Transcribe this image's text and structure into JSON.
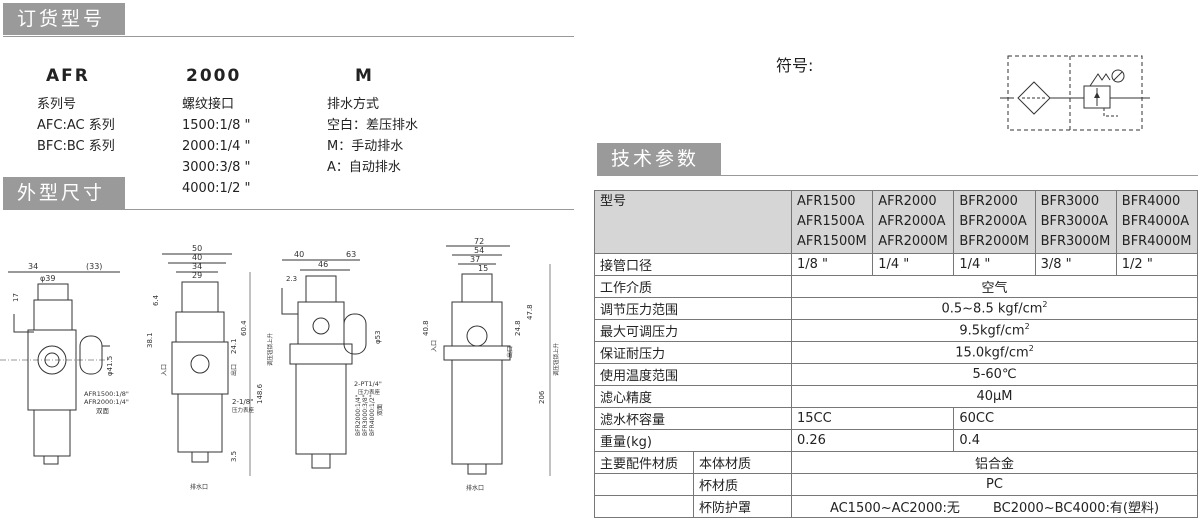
{
  "sections": {
    "ordering": "订货型号",
    "dimensions": "外型尺寸",
    "specs": "技术参数"
  },
  "ordering": {
    "cols": [
      {
        "code": "AFR",
        "lines": [
          "系列号",
          "AFC:AC 系列",
          "BFC:BC 系列"
        ]
      },
      {
        "code": "2000",
        "lines": [
          "螺纹接口",
          "1500:1/8 \"",
          "2000:1/4 \"",
          "3000:3/8 \"",
          "4000:1/2 \""
        ]
      },
      {
        "code": "M",
        "lines": [
          "排水方式",
          "空白：差压排水",
          "M：手动排水",
          "A：自动排水"
        ]
      }
    ]
  },
  "symbol_label": "符号:",
  "specs": {
    "model_label": "型号",
    "models": [
      [
        "AFR1500",
        "AFR1500A",
        "AFR1500M"
      ],
      [
        "AFR2000",
        "AFR2000A",
        "AFR2000M"
      ],
      [
        "BFR2000",
        "BFR2000A",
        "BFR2000M"
      ],
      [
        "BFR3000",
        "BFR3000A",
        "BFR3000M"
      ],
      [
        "BFR4000",
        "BFR4000A",
        "BFR4000M"
      ]
    ],
    "port": {
      "label": "接管口径",
      "values": [
        "1/8 \"",
        "1/4 \"",
        "1/4 \"",
        "3/8 \"",
        "1/2 \""
      ]
    },
    "medium": {
      "label": "工作介质",
      "value": "空气"
    },
    "reg_range": {
      "label": "调节压力范围",
      "value": "0.5~8.5 kgf/cm",
      "sup": "2"
    },
    "max_pressure": {
      "label": "最大可调压力",
      "value": "9.5kgf/cm",
      "sup": "2"
    },
    "proof_pressure": {
      "label": "保证耐压力",
      "value": "15.0kgf/cm",
      "sup": "2"
    },
    "temp": {
      "label": "使用温度范围",
      "value": "5-60℃"
    },
    "filtration": {
      "label": "滤心精度",
      "value": "40μM"
    },
    "bowl": {
      "label": "滤水杯容量",
      "v1": "15CC",
      "v2": "60CC"
    },
    "weight": {
      "label": "重量(kg)",
      "v1": "0.26",
      "v2": "0.4"
    },
    "materials": {
      "label": "主要配件材质",
      "body": {
        "label": "本体材质",
        "value": "铝合金"
      },
      "cup": {
        "label": "杯材质",
        "value": "PC"
      },
      "guard": {
        "label": "杯防护罩",
        "v1": "AC1500~AC2000:无",
        "v2": "BC2000~BC4000:有(塑料)"
      }
    }
  },
  "drawing": {
    "v1": {
      "w": "34",
      "w2": "(33)",
      "phi": "φ39",
      "h1": "17",
      "h2": "φ41.5",
      "note1": "AFR1500:1/8\"",
      "note2": "AFR2000:1/4\"",
      "note3": "双面"
    },
    "v2": {
      "w1": "50",
      "w2": "40",
      "w3": "34",
      "w4": "29",
      "h1": "6.4",
      "h2": "38.1",
      "h3": "60.4",
      "h4": "24.1",
      "h5": "148.6",
      "h6": "3.5",
      "port": "2-1/8\"",
      "in": "入口",
      "out": "出口",
      "adj": "调压钮锁上升",
      "gauge": "压力表座",
      "drain": "排水口"
    },
    "v3": {
      "w1": "40",
      "w2": "46",
      "w3": "63",
      "w4": "2.3",
      "h1": "φ53",
      "note": "2-PT1/4\"",
      "note2": "压力表座",
      "models": [
        "BFR2000:1/4\"",
        "BFR3000:3/8\"",
        "BFR4000:1/2\""
      ],
      "double": "双面"
    },
    "v4": {
      "w1": "72",
      "w2": "54",
      "w3": "37",
      "w4": "15",
      "h1": "40.8",
      "h2": "24.8",
      "h3": "47.8",
      "h4": "206",
      "in": "入口",
      "out": "出口",
      "adj": "调压钮锁上升",
      "drain": "排水口"
    }
  }
}
